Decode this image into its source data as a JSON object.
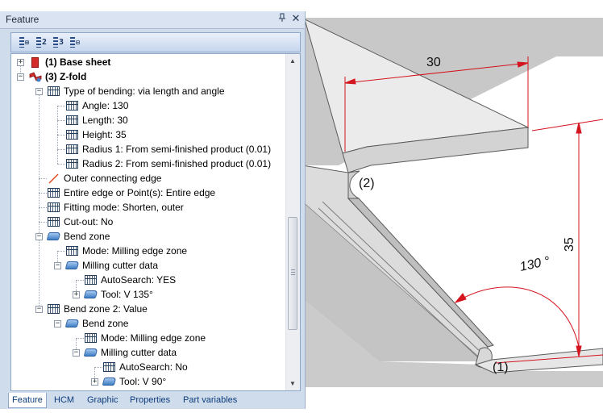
{
  "panel": {
    "title": "Feature",
    "pin_icon": "pin-icon",
    "close_icon": "close-icon",
    "toolbar": [
      {
        "name": "tree-level-all-button",
        "label": "",
        "icon": "tree-expand-icon"
      },
      {
        "name": "tree-level-2-button",
        "label": "2",
        "icon": "tree-level-icon"
      },
      {
        "name": "tree-level-3-button",
        "label": "3",
        "icon": "tree-level-icon"
      },
      {
        "name": "tree-collapse-button",
        "label": "",
        "icon": "tree-collapse-icon"
      }
    ],
    "tree": [
      {
        "label": "(1) Base sheet",
        "indent": 0,
        "icon": "sheet-icon",
        "expander": "+",
        "bold": true
      },
      {
        "label": "(3) Z-fold",
        "indent": 0,
        "icon": "zfold-icon",
        "expander": "-",
        "bold": true
      },
      {
        "label": "Type of bending:  via length and angle",
        "indent": 1,
        "icon": "table-icon",
        "expander": "-"
      },
      {
        "label": "Angle: 130",
        "indent": 2,
        "icon": "table-icon"
      },
      {
        "label": "Length: 30",
        "indent": 2,
        "icon": "table-icon"
      },
      {
        "label": "Height: 35",
        "indent": 2,
        "icon": "table-icon"
      },
      {
        "label": "Radius 1: From semi-finished product (0.01)",
        "indent": 2,
        "icon": "table-icon"
      },
      {
        "label": "Radius 2: From semi-finished product (0.01)",
        "indent": 2,
        "icon": "table-icon"
      },
      {
        "label": "Outer connecting edge",
        "indent": 1,
        "icon": "edge-icon"
      },
      {
        "label": "Entire edge or Point(s): Entire edge",
        "indent": 1,
        "icon": "table-icon"
      },
      {
        "label": "Fitting mode: Shorten, outer",
        "indent": 1,
        "icon": "table-icon"
      },
      {
        "label": "Cut-out: No",
        "indent": 1,
        "icon": "table-icon"
      },
      {
        "label": "Bend zone",
        "indent": 1,
        "icon": "bend-zone-icon",
        "expander": "-"
      },
      {
        "label": "Mode: Milling edge zone",
        "indent": 2,
        "icon": "table-icon"
      },
      {
        "label": "Milling cutter data",
        "indent": 2,
        "icon": "bend-zone-icon",
        "expander": "-"
      },
      {
        "label": "AutoSearch: YES",
        "indent": 3,
        "icon": "table-icon"
      },
      {
        "label": "Tool: V 135°",
        "indent": 3,
        "icon": "bend-zone-icon",
        "expander": "+"
      },
      {
        "label": "Bend zone 2: Value",
        "indent": 1,
        "icon": "table-icon",
        "expander": "-"
      },
      {
        "label": "Bend zone",
        "indent": 2,
        "icon": "bend-zone-icon",
        "expander": "-"
      },
      {
        "label": "Mode: Milling edge zone",
        "indent": 3,
        "icon": "table-icon"
      },
      {
        "label": "Milling cutter data",
        "indent": 3,
        "icon": "bend-zone-icon",
        "expander": "-"
      },
      {
        "label": "AutoSearch: No",
        "indent": 4,
        "icon": "table-icon"
      },
      {
        "label": "Tool: V 90°",
        "indent": 4,
        "icon": "bend-zone-icon",
        "expander": "+"
      }
    ],
    "tabs": [
      {
        "label": "Feature",
        "active": true
      },
      {
        "label": "HCM"
      },
      {
        "label": "Graphic"
      },
      {
        "label": "Properties"
      },
      {
        "label": "Part variables"
      }
    ]
  },
  "drawing": {
    "dim_length": "30",
    "dim_height": "35",
    "dim_angle": "130 °",
    "point_1": "(1)",
    "point_2": "(2)",
    "colors": {
      "dimension": "#d4141e",
      "metal_light": "#ececec",
      "metal_mid": "#d2d2d2",
      "metal_dark": "#b9b9b9",
      "edge": "#555555"
    }
  }
}
